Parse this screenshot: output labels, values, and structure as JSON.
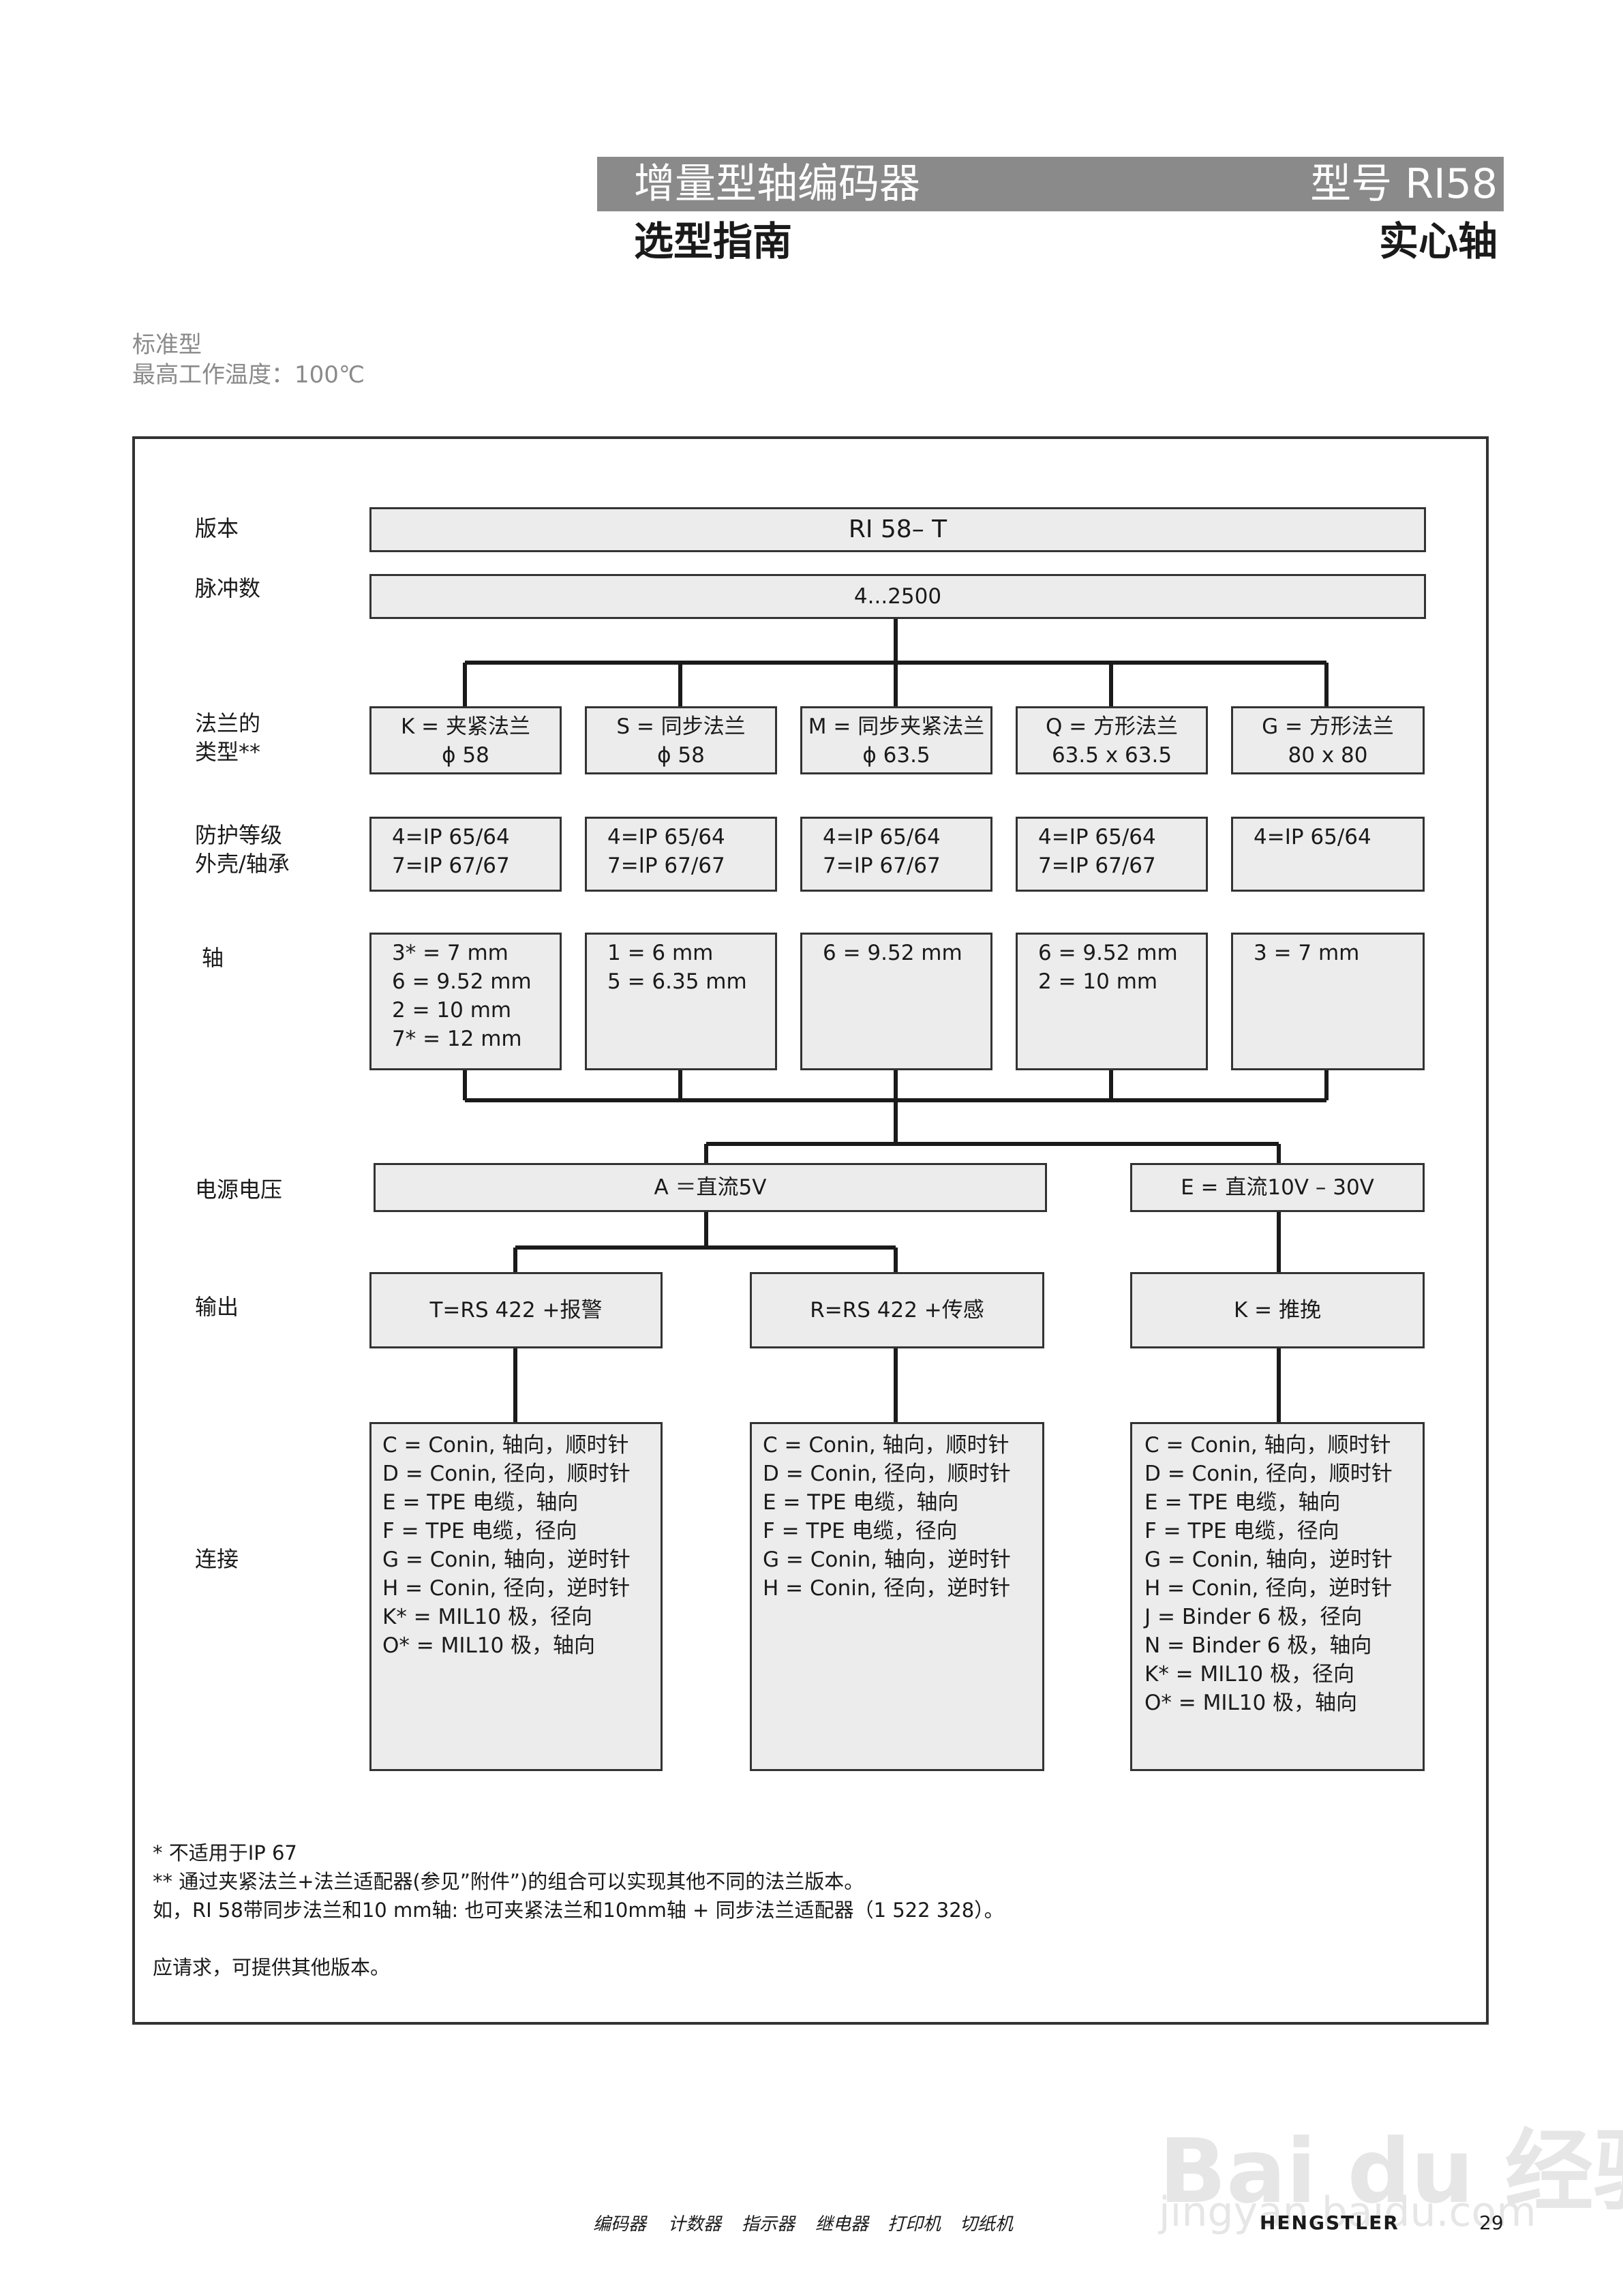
{
  "header": {
    "title": "增量型轴编码器",
    "model": "型号 RI58",
    "subtitle": "选型指南",
    "shaft_type": "实心轴"
  },
  "intro": {
    "line1": "标准型",
    "line2": "最高工作温度：100℃"
  },
  "labels": {
    "version": "版本",
    "pulses": "脉冲数",
    "flange_1": "法兰的",
    "flange_2": "类型**",
    "protection_1": "防护等级",
    "protection_2": "外壳/轴承",
    "shaft": "轴",
    "voltage": "电源电压",
    "output": "输出",
    "connection": "连接"
  },
  "version_value": "RI 58– T",
  "pulses_value": "4...2500",
  "flanges": [
    {
      "line1": "K = 夹紧法兰",
      "line2": "ϕ 58"
    },
    {
      "line1": "S = 同步法兰",
      "line2": "ϕ 58"
    },
    {
      "line1": "M = 同步夹紧法兰",
      "line2": "ϕ 63.5"
    },
    {
      "line1": "Q = 方形法兰",
      "line2": "63.5 x 63.5"
    },
    {
      "line1": "G = 方形法兰",
      "line2": "80 x 80"
    }
  ],
  "protection": [
    {
      "line1": "4=IP 65/64",
      "line2": "7=IP 67/67"
    },
    {
      "line1": "4=IP 65/64",
      "line2": "7=IP 67/67"
    },
    {
      "line1": "4=IP 65/64",
      "line2": "7=IP 67/67"
    },
    {
      "line1": "4=IP 65/64",
      "line2": "7=IP 67/67"
    },
    {
      "line1": "4=IP 65/64",
      "line2": ""
    }
  ],
  "shafts": [
    {
      "lines": [
        "3* = 7 mm",
        "6 = 9.52 mm",
        "2 = 10 mm",
        "7* = 12 mm"
      ]
    },
    {
      "lines": [
        "1 = 6 mm",
        "5 = 6.35 mm",
        "",
        ""
      ]
    },
    {
      "lines": [
        "6 = 9.52 mm",
        "",
        "",
        ""
      ]
    },
    {
      "lines": [
        "6 = 9.52 mm",
        "2 = 10 mm",
        "",
        ""
      ]
    },
    {
      "lines": [
        "3 = 7 mm",
        "",
        "",
        ""
      ]
    }
  ],
  "voltages": [
    "A ＝直流5V",
    "E = 直流10V – 30V"
  ],
  "outputs": [
    "T=RS 422 +报警",
    "R=RS 422 +传感",
    "K = 推挽"
  ],
  "connections": [
    {
      "lines": [
        "C = Conin, 轴向，顺时针",
        "D = Conin, 径向，顺时针",
        "E = TPE 电缆，轴向",
        "F = TPE 电缆，径向",
        "G = Conin, 轴向，逆时针",
        "H = Conin, 径向，逆时针",
        "K* = MIL10 极，径向",
        "O* = MIL10 极，轴向",
        "",
        ""
      ]
    },
    {
      "lines": [
        "C = Conin, 轴向，顺时针",
        "D = Conin, 径向，顺时针",
        "E = TPE 电缆，轴向",
        "F = TPE 电缆，径向",
        "G = Conin, 轴向，逆时针",
        "H = Conin, 径向，逆时针",
        "",
        "",
        "",
        ""
      ]
    },
    {
      "lines": [
        "C = Conin, 轴向，顺时针",
        "D = Conin, 径向，顺时针",
        "E = TPE 电缆，轴向",
        "F = TPE 电缆，径向",
        "G = Conin, 轴向，逆时针",
        "H = Conin, 径向，逆时针",
        "J = Binder 6 极，径向",
        "N = Binder 6 极，轴向",
        "K* = MIL10 极，径向",
        "O* = MIL10 极，轴向"
      ]
    }
  ],
  "notes": [
    "*   不适用于IP 67",
    "**  通过夹紧法兰+法兰适配器(参见”附件”)的组合可以实现其他不同的法兰版本。",
    "如，RI 58带同步法兰和10 mm轴: 也可夹紧法兰和10mm轴 + 同步法兰适配器（1 522 328）。",
    "应请求，可提供其他版本。"
  ],
  "footer": {
    "products": [
      "编码器",
      "计数器",
      "指示器",
      "继电器",
      "打印机",
      "切纸机"
    ],
    "brand": "HENGSTLER",
    "page": "29"
  },
  "watermark": {
    "logo": "Bai du 经验",
    "url": "jingyan.baidu.com"
  }
}
